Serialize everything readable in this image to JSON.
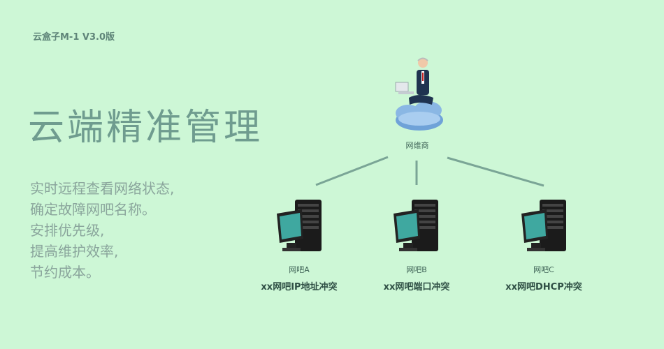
{
  "brand": "云盒子M-1 V3.0版",
  "hero": {
    "title": "云端精准管理",
    "lines": [
      "实时远程查看网络状态,",
      "确定故障网吧名称。",
      "安排优先级,",
      "提高维护效率,",
      "节约成本。"
    ]
  },
  "diagram": {
    "provider": {
      "label": "网维商",
      "icon": "businessman-on-cloud-icon"
    },
    "nodes": [
      {
        "label": "网吧A",
        "desc": "xx网吧IP地址冲突",
        "icon": "computer-icon"
      },
      {
        "label": "网吧B",
        "desc": "xx网吧端口冲突",
        "icon": "computer-icon"
      },
      {
        "label": "网吧C",
        "desc": "xx网吧DHCP冲突",
        "icon": "computer-icon"
      }
    ]
  },
  "colors": {
    "background": "#cdf7d6",
    "title": "#6f9c8f",
    "line": "#7aa596"
  }
}
